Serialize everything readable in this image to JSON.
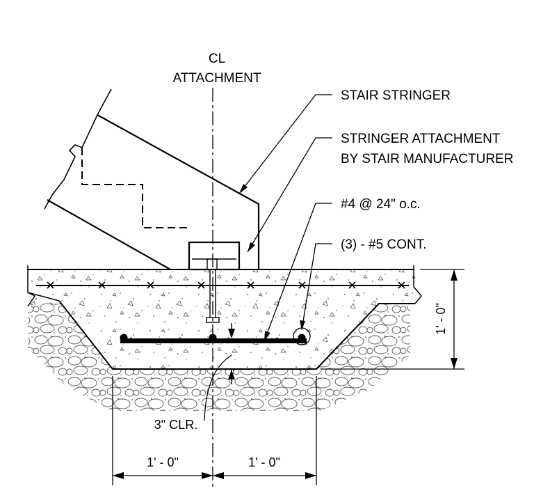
{
  "labels": {
    "cl_line1": "CL",
    "cl_line2": "ATTACHMENT",
    "stair_stringer": "STAIR STRINGER",
    "attachment_line1": "STRINGER ATTACHMENT",
    "attachment_line2": "BY STAIR MANUFACTURER",
    "bar_spacing": "#4 @ 24\" o.c.",
    "cont_bars": "(3) - #5 CONT.",
    "clearance": "3\" CLR.",
    "dim_left": "1' - 0\"",
    "dim_right": "1' - 0\"",
    "dim_depth": "1' - 0\""
  }
}
